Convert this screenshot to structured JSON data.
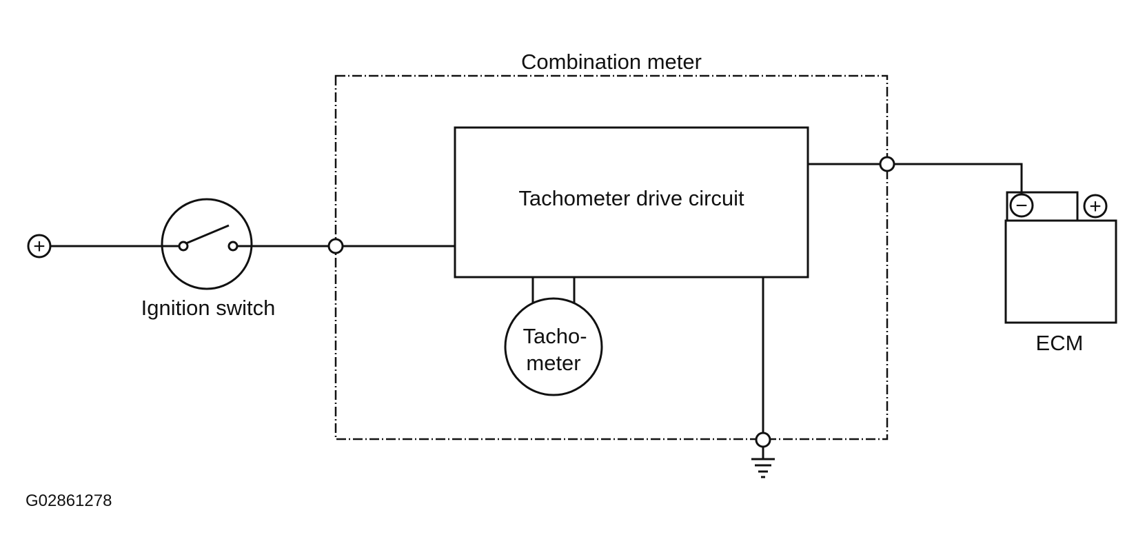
{
  "labels": {
    "combination_meter": "Combination meter",
    "tachometer_drive_circuit": "Tachometer drive circuit",
    "ignition_switch": "Ignition switch",
    "tachometer_line1": "Tacho-",
    "tachometer_line2": "meter",
    "ecm": "ECM",
    "figure_id": "G02861278"
  },
  "symbols": {
    "battery_positive": "+",
    "ecm_negative": "−",
    "ecm_positive": "+"
  }
}
